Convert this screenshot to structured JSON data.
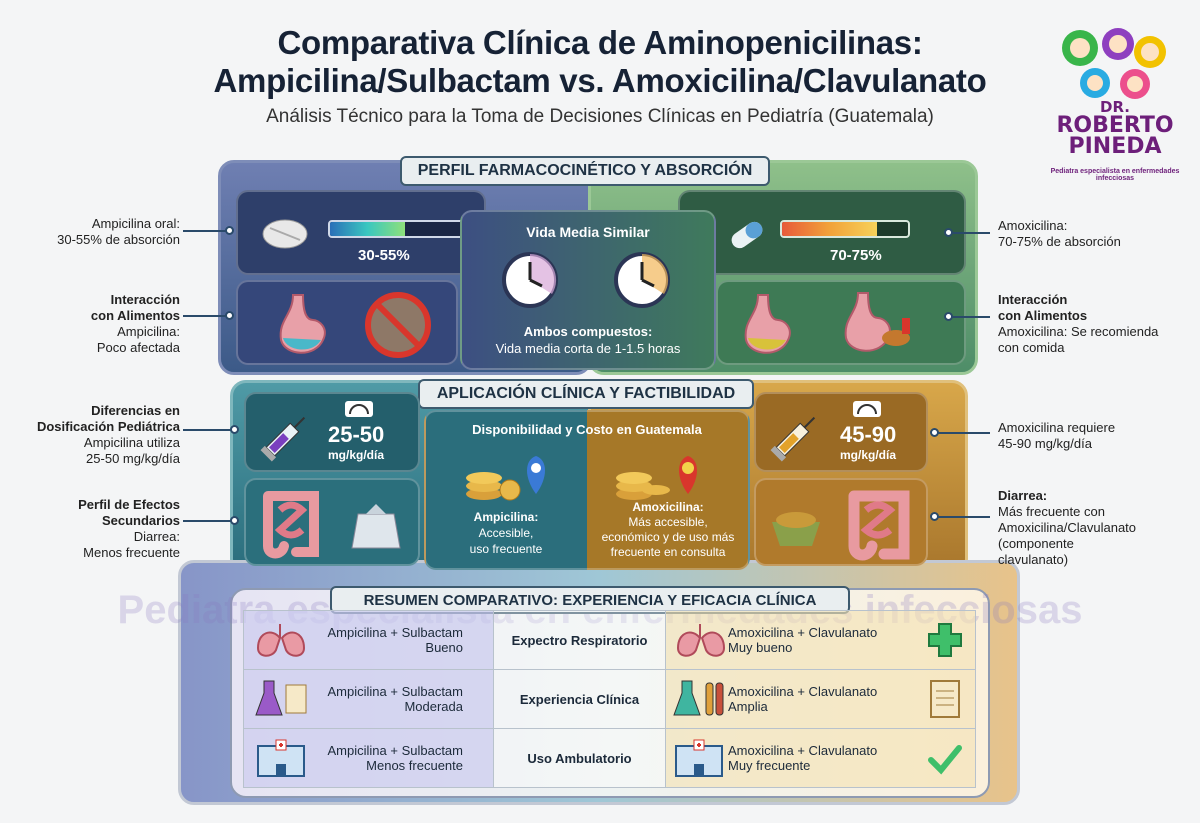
{
  "title_line1": "Comparativa Clínica de Aminopenicilinas:",
  "title_line2": "Ampicilina/Sulbactam vs. Amoxicilina/Clavulanato",
  "subtitle": "Análisis Técnico para la Toma de Decisiones Clínicas en Pediatría (Guatemala)",
  "logo": {
    "dr": "DR.",
    "name1": "ROBERTO",
    "name2": "PINEDA",
    "tagline": "Pediatra especialista en enfermedades infecciosas"
  },
  "watermark": "Pediatra especialista en enfermedades infecciosas",
  "section1": {
    "header": "PERFIL FARMACOCINÉTICO Y ABSORCIÓN",
    "left_absorption": "30-55%",
    "right_absorption": "70-75%",
    "absorption_left_fraction": 0.55,
    "absorption_right_fraction": 0.75,
    "center_title": "Vida Media Similar",
    "center_text1": "Ambos compuestos:",
    "center_text2": "Vida media corta de 1-1.5 horas"
  },
  "section2": {
    "header": "APLICACIÓN CLÍNICA Y FACTIBILIDAD",
    "left_dose": "25-50",
    "left_unit": "mg/kg/día",
    "right_dose": "45-90",
    "right_unit": "mg/kg/día",
    "center_title": "Disponibilidad y Costo en Guatemala",
    "left_avail_title": "Ampicilina:",
    "left_avail_1": "Accesible,",
    "left_avail_2": "uso frecuente",
    "right_avail_title": "Amoxicilina:",
    "right_avail_1": "Más accesible,",
    "right_avail_2": "económico y de uso más",
    "right_avail_3": "frecuente en consulta"
  },
  "section3": {
    "header": "RESUMEN COMPARATIVO: EXPERIENCIA Y EFICACIA CLÍNICA",
    "rows": [
      {
        "left_drug": "Ampicilina + Sulbactam",
        "left_value": "Bueno",
        "criterion": "Expectro Respiratorio",
        "right_drug": "Amoxicilina + Clavulanato",
        "right_value": "Muy bueno"
      },
      {
        "left_drug": "Ampicilina + Sulbactam",
        "left_value": "Moderada",
        "criterion": "Experiencia Clínica",
        "right_drug": "Amoxicilina + Clavulanato",
        "right_value": "Amplia"
      },
      {
        "left_drug": "Ampicilina + Sulbactam",
        "left_value": "Menos frecuente",
        "criterion": "Uso Ambulatorio",
        "right_drug": "Amoxicilina + Clavulanato",
        "right_value": "Muy frecuente"
      }
    ]
  },
  "side_labels": {
    "l1a": "Ampicilina oral:",
    "l1b": "30-55% de absorción",
    "l2a": "Interacción",
    "l2b": "con Alimentos",
    "l2c": "Ampicilina:",
    "l2d": "Poco afectada",
    "l3a": "Diferencias en",
    "l3b": "Dosificación Pediátrica",
    "l3c": "Ampicilina utiliza",
    "l3d": "25-50 mg/kg/día",
    "l4a": "Perfil de Efectos",
    "l4b": "Secundarios",
    "l4c": "Diarrea:",
    "l4d": "Menos frecuente",
    "r1a": "Amoxicilina:",
    "r1b": "70-75% de absorción",
    "r2a": "Interacción",
    "r2b": "con Alimentos",
    "r2c": "Amoxicilina: Se recomienda",
    "r2d": "con comida",
    "r3a": "Amoxicilina requiere",
    "r3b": "45-90 mg/kg/día",
    "r4a": "Diarrea:",
    "r4b": "Más frecuente con",
    "r4c": "Amoxicilina/Clavulanato",
    "r4d": "(componente",
    "r4e": "clavulanato)"
  },
  "colors": {
    "left_panel": "#3a5a8a",
    "right_panel": "#4f8a5a",
    "mid_left": "#2d7c8a",
    "mid_right": "#b58a2a"
  }
}
